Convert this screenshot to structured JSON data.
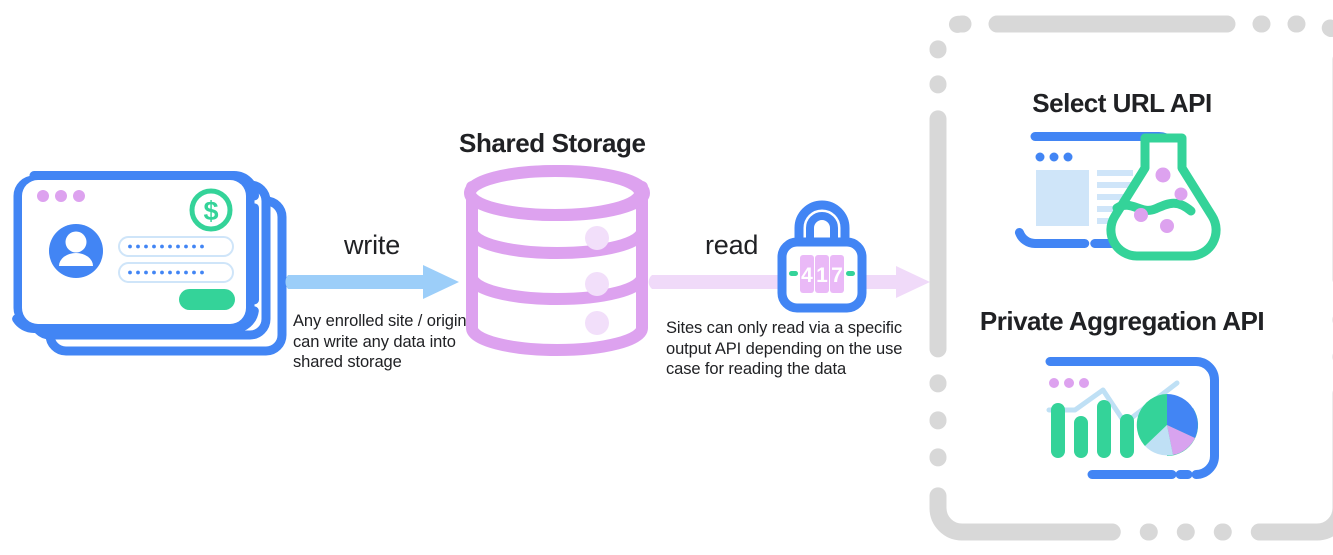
{
  "diagram": {
    "title_node": "Shared Storage",
    "flows": [
      {
        "id": "write",
        "label": "write",
        "caption": "Any enrolled site / origin can write any data into shared storage",
        "arrow_color": "#9ccef9"
      },
      {
        "id": "read",
        "label": "read",
        "caption": "Sites can only read via a specific output API depending on the use case for reading the data",
        "arrow_color": "#f0daf9"
      }
    ],
    "source": {
      "name": "browser-window-stack",
      "window_dots": [
        "purple-dot",
        "purple-dot",
        "purple-dot"
      ],
      "badge": "dollar-badge",
      "avatar": "user-avatar-icon",
      "fields": [
        "password-field",
        "password-field"
      ],
      "submit": "submit-button"
    },
    "store": {
      "name": "database-cylinder-icon",
      "tiers": 3,
      "color": "#dda2ef"
    },
    "gate": {
      "name": "combination-padlock-icon",
      "combination": "417",
      "digits": [
        "4",
        "1",
        "7"
      ],
      "body_color": "#4285f4",
      "dial_color": "#eab9f7"
    },
    "output_panel": {
      "border_style": "dashed-rounded",
      "border_color": "#d8d8d8",
      "apis": [
        {
          "title": "Select URL API",
          "icon": "browser-flask-icon",
          "accent": "#34c98a",
          "bubbles": 4
        },
        {
          "title": "Private Aggregation API",
          "icon": "analytics-dashboard-icon",
          "accent": "#3ad492",
          "bars": [
            62,
            42,
            66,
            48
          ],
          "pie": [
            {
              "label": "segment-green",
              "pct": 45,
              "color": "#34d399"
            },
            {
              "label": "segment-blue",
              "pct": 18,
              "color": "#4285f4"
            },
            {
              "label": "segment-purple",
              "pct": 20,
              "color": "#d8a3ef"
            },
            {
              "label": "segment-lightblue",
              "pct": 17,
              "color": "#bfe0f5"
            }
          ]
        }
      ]
    },
    "colors": {
      "blue": "#4285f4",
      "green": "#34d399",
      "purple": "#dda2ef",
      "light_purple": "#f2dffa",
      "light_blue": "#cfe5f9",
      "gray": "#d8d8d8"
    }
  }
}
